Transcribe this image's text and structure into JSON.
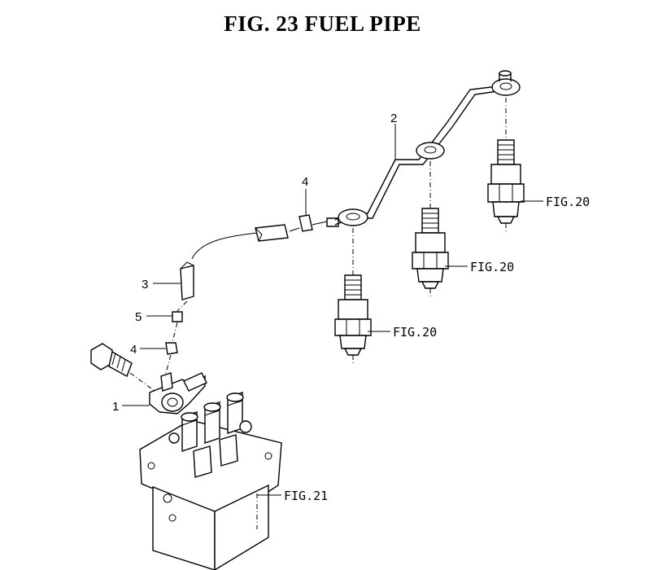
{
  "title": "FIG. 23  FUEL PIPE",
  "callouts": {
    "c1": "1",
    "c2": "2",
    "c3": "3",
    "c4a": "4",
    "c4b": "4",
    "c5": "5"
  },
  "refs": {
    "r1": "FIG.20",
    "r2": "FIG.20",
    "r3": "FIG.20",
    "r4": "FIG.21"
  }
}
